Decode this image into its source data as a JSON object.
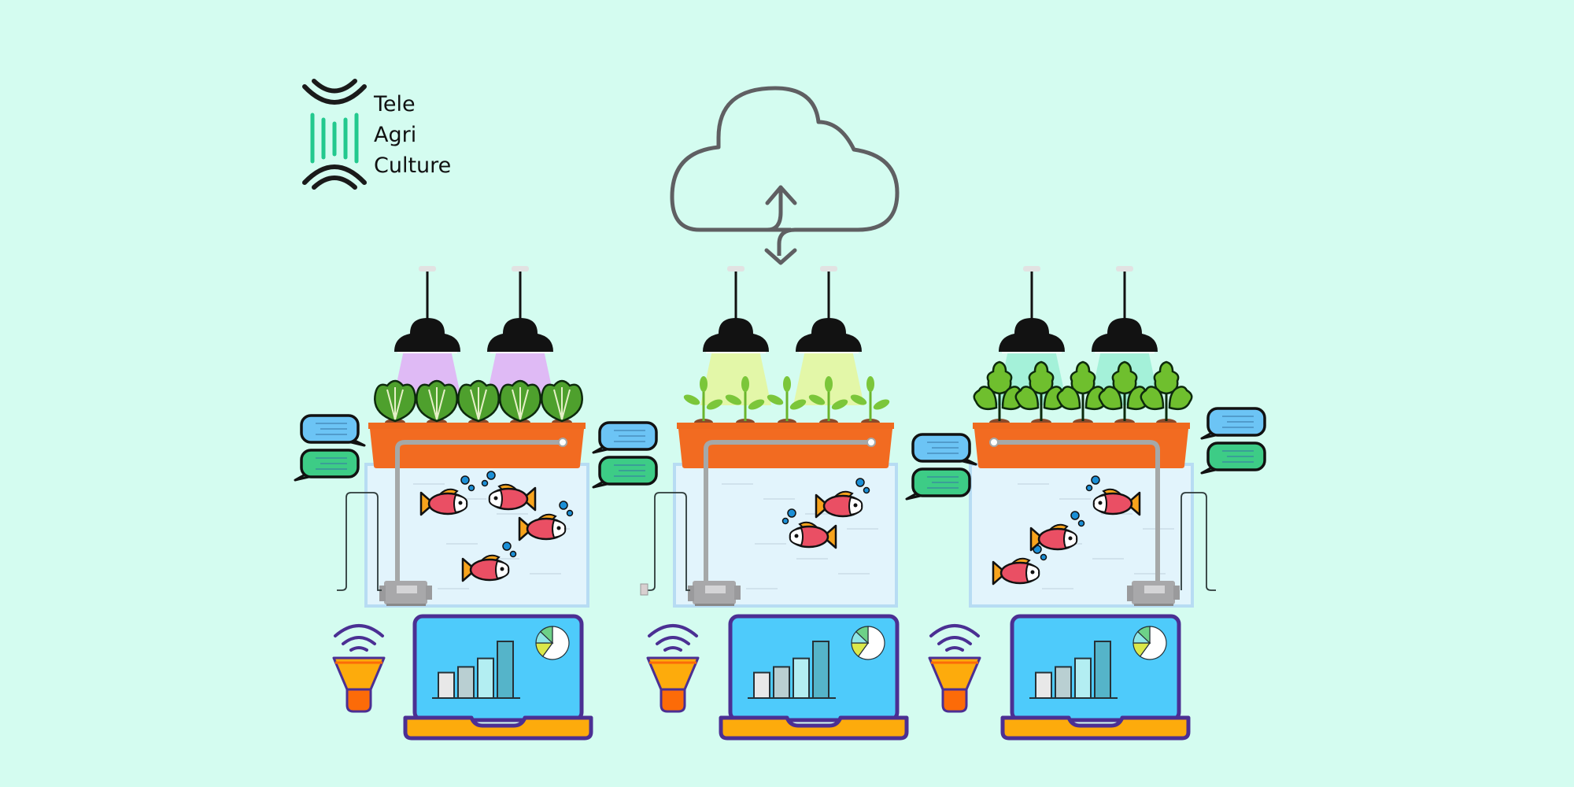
{
  "brand": {
    "name_lines": [
      "Tele",
      "Agri",
      "Culture"
    ],
    "logo_icon": "arcs-and-bars-logo-icon",
    "colors": {
      "arcs": "#1a1a1a",
      "bars": "#22c98e"
    }
  },
  "cloud": {
    "icon": "cloud-sync-icon",
    "arrows": [
      "upload-arrow",
      "download-arrow"
    ],
    "color": "#5f5f62"
  },
  "colors": {
    "background": "#d4fcf0",
    "planter": "#f26b21",
    "water_tank": "#e2f4fc",
    "tank_border": "#b7dcf3",
    "lamp": "#111111",
    "fish_body": "#ea4f64",
    "fish_fin": "#f7a31c",
    "bubble": "#1b8fd6",
    "bubble_blue": "#6cc4f5",
    "bubble_green": "#3dcc86",
    "laptop_screen": "#4ecbfb",
    "laptop_frame": "#4b2f93",
    "laptop_base": "#fdab0c",
    "sensor_top": "#fdab0c",
    "sensor_bottom": "#fc6b08",
    "pump": "#a8a8aa"
  },
  "units": [
    {
      "id": "unit-1",
      "plant": "lettuce",
      "light_color": "#e0b3f5",
      "plant_count": 5,
      "fish_count": 4,
      "pump_side": "left",
      "chat_side": "both",
      "dashboard": {
        "bars": [
          0.45,
          0.55,
          0.7,
          1.0
        ],
        "pie": [
          0.6,
          0.15,
          0.12,
          0.13
        ]
      }
    },
    {
      "id": "unit-2",
      "plant": "seedling",
      "light_color": "#e4f6a0",
      "plant_count": 5,
      "fish_count": 2,
      "pump_side": "left",
      "chat_side": "right",
      "dashboard": {
        "bars": [
          0.45,
          0.55,
          0.7,
          1.0
        ],
        "pie": [
          0.6,
          0.15,
          0.12,
          0.13
        ]
      }
    },
    {
      "id": "unit-3",
      "plant": "parsley",
      "light_color": "#9ff0d6",
      "plant_count": 5,
      "fish_count": 3,
      "pump_side": "right",
      "chat_side": "right",
      "dashboard": {
        "bars": [
          0.45,
          0.55,
          0.7,
          1.0
        ],
        "pie": [
          0.6,
          0.15,
          0.12,
          0.13
        ]
      }
    }
  ]
}
